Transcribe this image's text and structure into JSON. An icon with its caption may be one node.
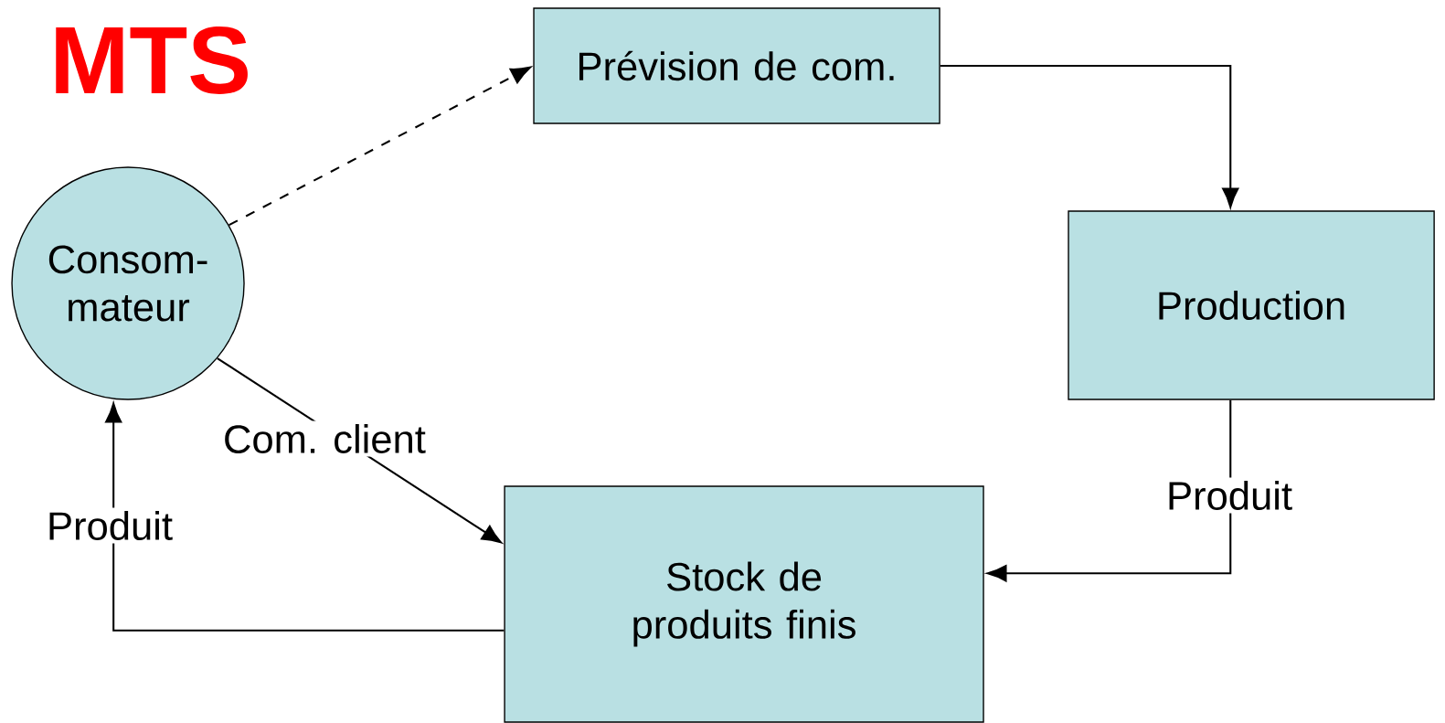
{
  "diagram": {
    "title": "MTS",
    "nodes": [
      {
        "text": [
          "Consom- mateur"
        ]
      },
      {
        "text": [
          "Prévision de com."
        ]
      },
      {
        "text": [
          "Production"
        ]
      },
      {
        "text": [
          "Stock de produits finis"
        ]
      }
    ],
    "edges": [
      {
        "from": 0,
        "to": 1,
        "arrow": "to",
        "style": "dashed"
      },
      {
        "from": 1,
        "to": 2,
        "arrow": "to"
      },
      {
        "from": 2,
        "to": 3,
        "arrow": "to",
        "label": "Produit"
      },
      {
        "from": 0,
        "to": 3,
        "arrow": "to",
        "label": "Com. client"
      },
      {
        "from": 3,
        "to": 0,
        "arrow": "to",
        "label": "Produit"
      }
    ]
  }
}
